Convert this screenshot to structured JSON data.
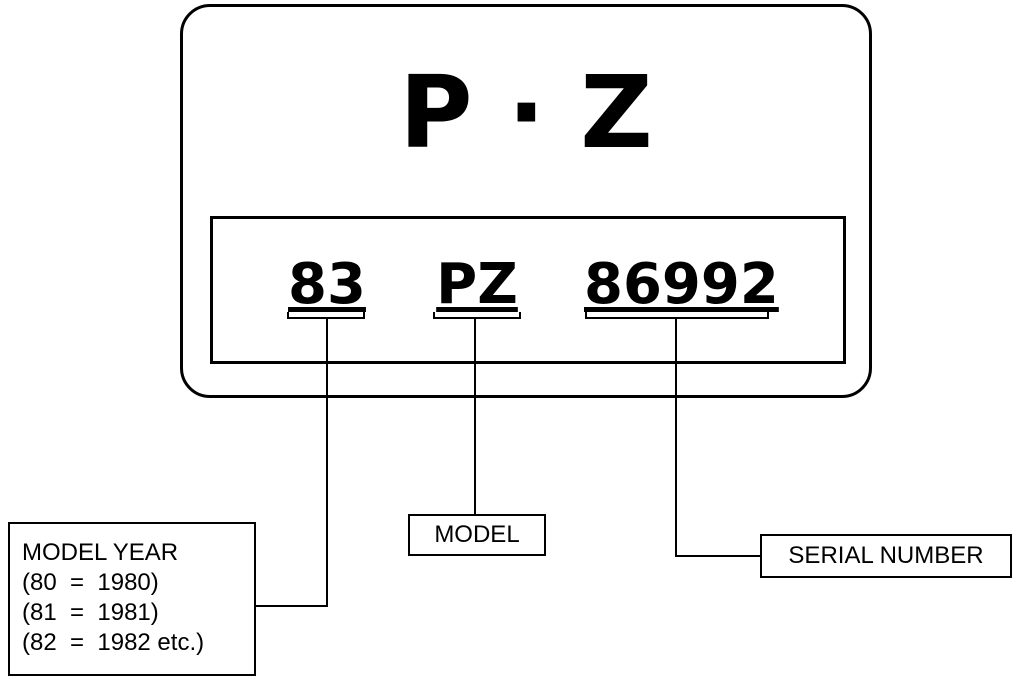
{
  "brand": "P · Z",
  "codes": {
    "year": "83",
    "model": "PZ",
    "serial": "86992"
  },
  "labels": {
    "model_year": {
      "title": "MODEL YEAR",
      "lines": [
        "(80  =  1980)",
        "(81  =  1981)",
        "(82  =  1982 etc.)"
      ]
    },
    "model": "MODEL",
    "serial_number": "SERIAL NUMBER"
  }
}
